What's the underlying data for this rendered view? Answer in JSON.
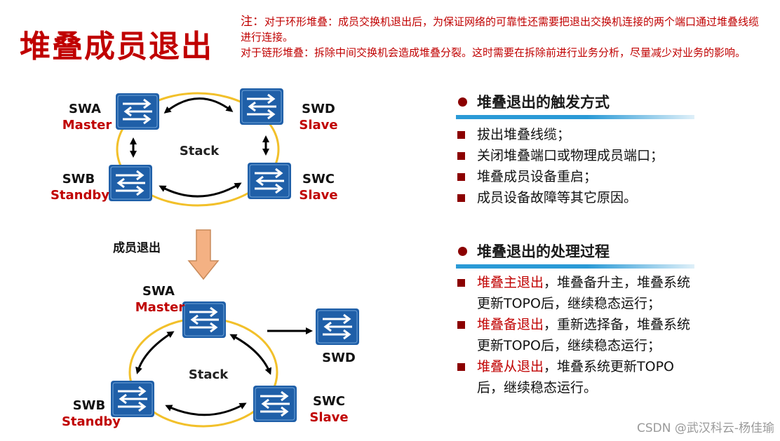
{
  "title": "堆叠成员退出",
  "note": {
    "lead": "注：",
    "line1": "对于环形堆叠：成员交换机退出后，为保证网络的可靠性还需要把退出交换机连接的两个端口通过堆叠线缆进行连接。",
    "line2": "对于链形堆叠：拆除中间交换机会造成堆叠分裂。这时需要在拆除前进行业务分析，尽量减少对业务的影响。"
  },
  "top_diagram": {
    "ring_label": "Stack",
    "swa": {
      "name": "SWA",
      "role": "Master"
    },
    "swb": {
      "name": "SWB",
      "role": "Standby"
    },
    "swc": {
      "name": "SWC",
      "role": "Slave"
    },
    "swd": {
      "name": "SWD",
      "role": "Slave"
    }
  },
  "transition_label": "成员退出",
  "bottom_diagram": {
    "ring_label": "Stack",
    "swa": {
      "name": "SWA",
      "role": "Master"
    },
    "swb": {
      "name": "SWB",
      "role": "Standby"
    },
    "swc": {
      "name": "SWC",
      "role": "Slave"
    },
    "swd": {
      "name": "SWD"
    }
  },
  "trigger": {
    "heading": "堆叠退出的触发方式",
    "items": [
      "拔出堆叠线缆；",
      "关闭堆叠端口或物理成员端口；",
      "堆叠成员设备重启；",
      "成员设备故障等其它原因。"
    ]
  },
  "process": {
    "heading": "堆叠退出的处理过程",
    "items": [
      {
        "highlight": "堆叠主退出",
        "rest": "，堆叠备升主，堆叠系统更新TOPO后，继续稳态运行；"
      },
      {
        "highlight": "堆叠备退出",
        "rest": "，重新选择备，堆叠系统更新TOPO后，继续稳态运行；"
      },
      {
        "highlight": "堆叠从退出",
        "rest": "，堆叠系统更新TOPO后，继续稳态运行。"
      }
    ]
  },
  "watermark": "CSDN @武汉科云-杨佳瑜",
  "colors": {
    "accent_red": "#c00000",
    "switch_blue": "#1f5fa8",
    "ring_yellow": "#f2c02a",
    "divider_blue": "#2a9ad6",
    "arrow_orange": "#f4b183"
  }
}
